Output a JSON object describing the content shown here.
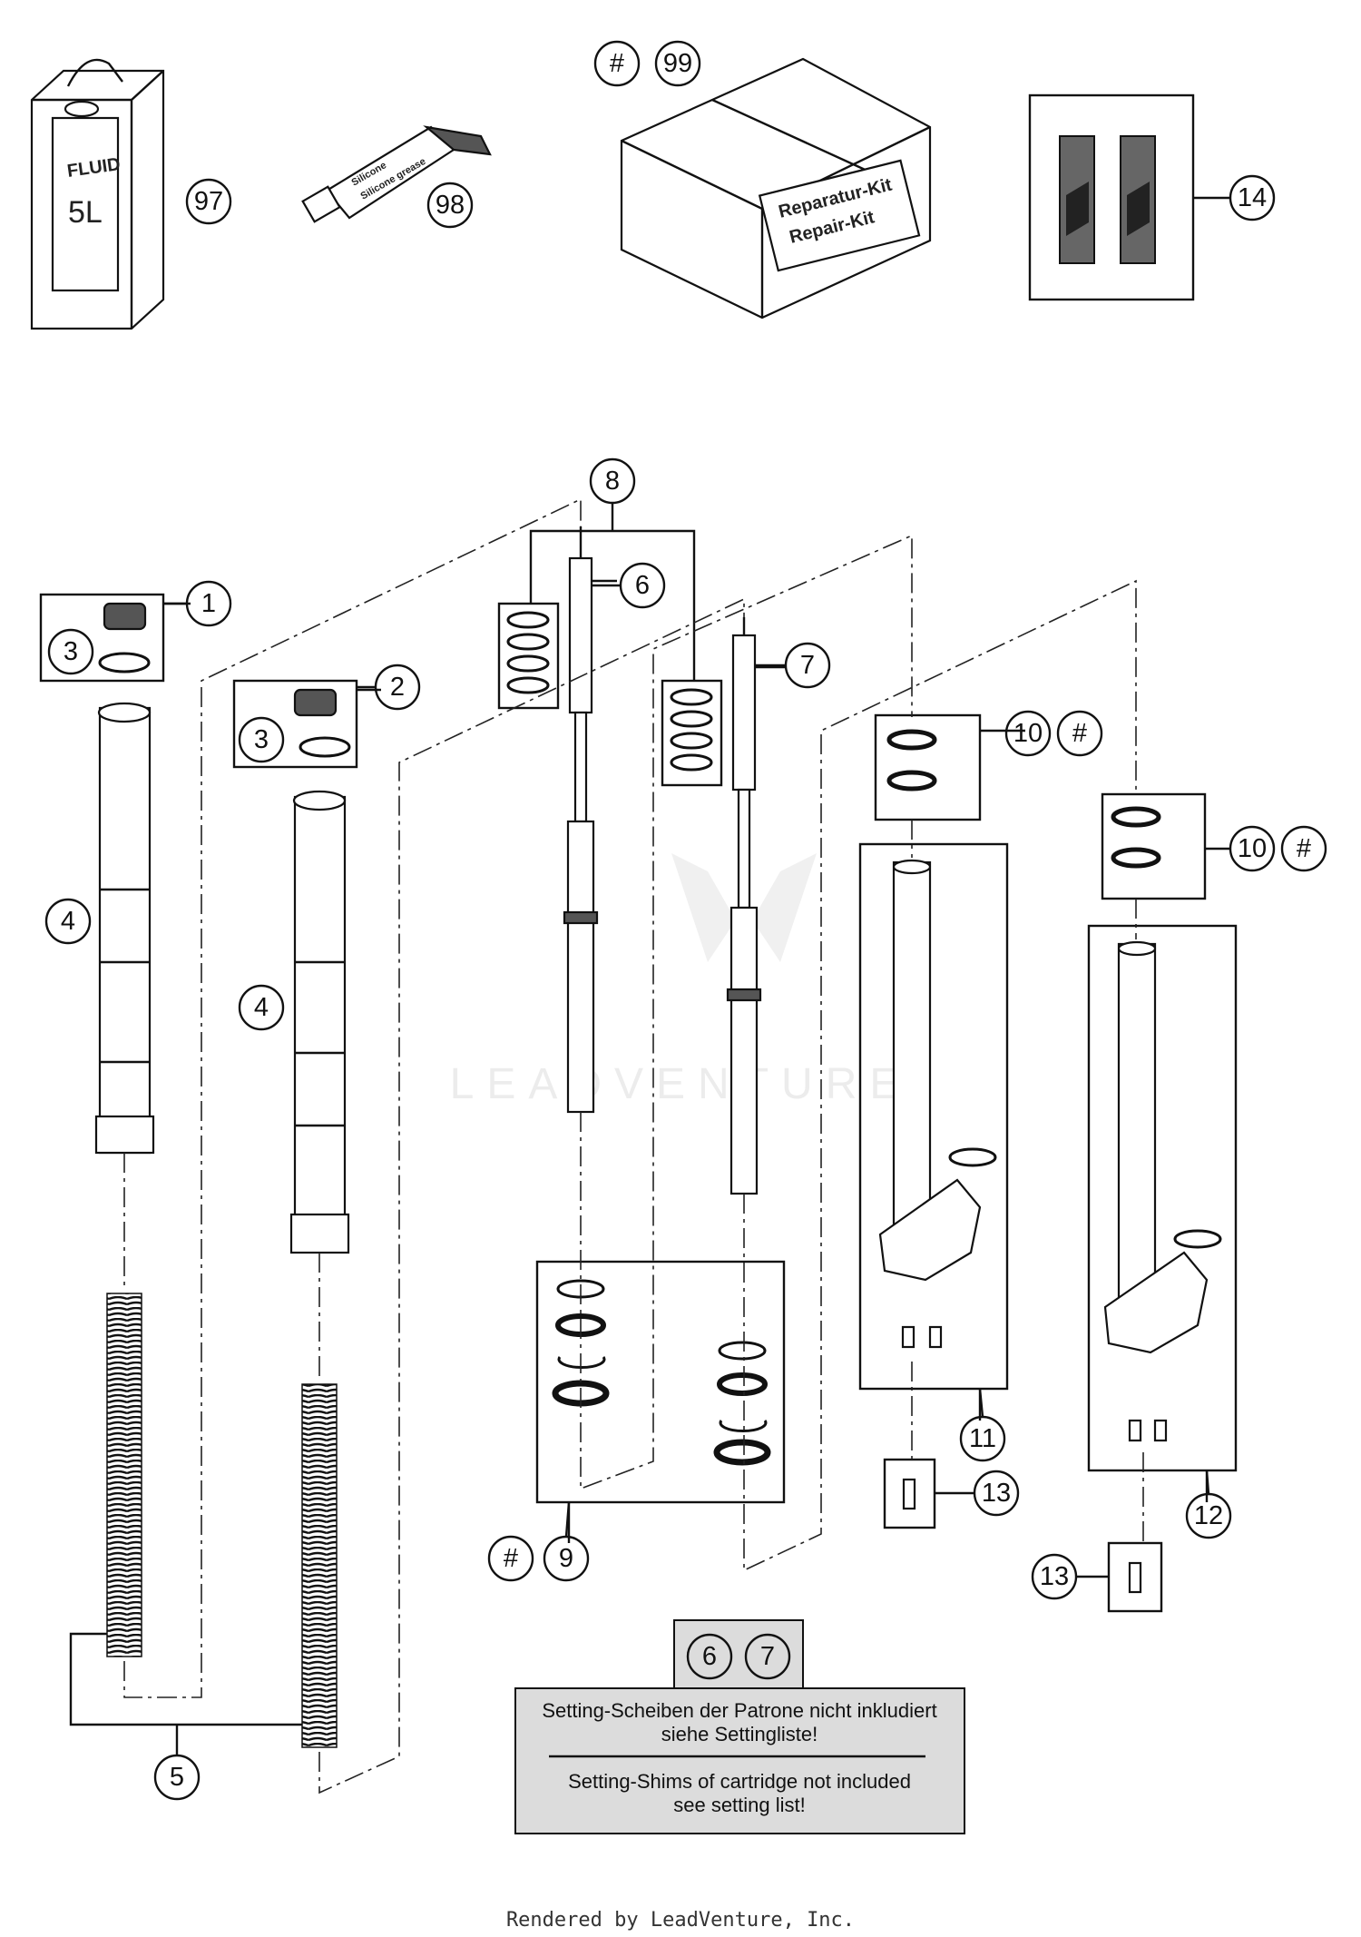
{
  "diagram": {
    "callouts": {
      "c97": "97",
      "c98": "98",
      "c99": "99",
      "c99hash": "#",
      "c14": "14",
      "c8": "8",
      "c1": "1",
      "c3a": "3",
      "c6": "6",
      "c2": "2",
      "c3b": "3",
      "c7": "7",
      "c10a": "10",
      "c10ahash": "#",
      "c10b": "10",
      "c10bhash": "#",
      "c4a": "4",
      "c4b": "4",
      "c11": "11",
      "c13a": "13",
      "c12": "12",
      "c9hash": "#",
      "c9": "9",
      "c13b": "13",
      "c5": "5",
      "c6b": "6",
      "c7b": "7"
    },
    "package_labels": {
      "fluid_line1": "FLUID",
      "fluid_line2": "5L",
      "tube_line1": "Silicone",
      "tube_line2": "Silicone grease",
      "kit_line1": "Reparatur-Kit",
      "kit_line2": "Repair-Kit"
    },
    "note": {
      "de_line1": "Setting-Scheiben der Patrone nicht inkludiert",
      "de_line2": "siehe Settingliste!",
      "en_line1": "Setting-Shims of cartridge not included",
      "en_line2": "see setting list!"
    },
    "watermark": "LEADVENTURE",
    "footer": "Rendered by LeadVenture, Inc."
  },
  "colors": {
    "line": "#111111",
    "note_bg": "#dcdcdc",
    "watermark": "#ececec",
    "decal": "#555555"
  }
}
